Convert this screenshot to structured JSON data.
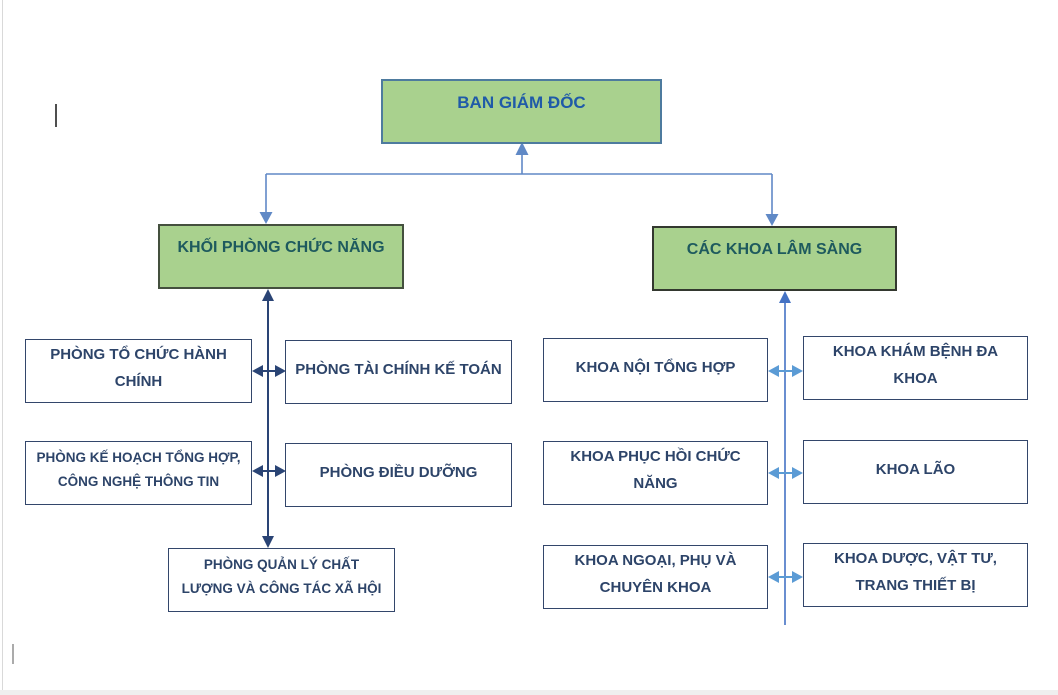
{
  "org_chart": {
    "root": {
      "label": "BAN GIÁM ĐỐC"
    },
    "branches": [
      {
        "label": "KHỐI PHÒNG CHỨC NĂNG",
        "children": [
          "PHÒNG TỔ CHỨC HÀNH CHÍNH",
          "PHÒNG TÀI CHÍNH KẾ TOÁN",
          "PHÒNG KẾ HOẠCH TỔNG HỢP, CÔNG NGHỆ THÔNG TIN",
          "PHÒNG ĐIỀU DƯỠNG",
          "PHÒNG QUẢN LÝ CHẤT LƯỢNG VÀ CÔNG TÁC XÃ HỘI"
        ]
      },
      {
        "label": "CÁC KHOA LÂM SÀNG",
        "children": [
          "KHOA NỘI TỔNG HỢP",
          "KHOA KHÁM BỆNH ĐA KHOA",
          "KHOA PHỤC HỒI CHỨC NĂNG",
          "KHOA LÃO",
          "KHOA NGOẠI, PHỤ VÀ CHUYÊN KHOA",
          "KHOA DƯỢC, VẬT TƯ, TRANG THIẾT BỊ"
        ]
      }
    ]
  },
  "colors": {
    "green_fill": "#a9d18e",
    "root_text": "#1f5aa8",
    "branch_text": "#1e5a5e",
    "child_text": "#2d4469",
    "connector_light_blue": "#6089c6",
    "connector_dark_navy": "#2a4475",
    "connector_medium_blue": "#4472c4",
    "connector_sky_blue": "#5b9bd5"
  }
}
